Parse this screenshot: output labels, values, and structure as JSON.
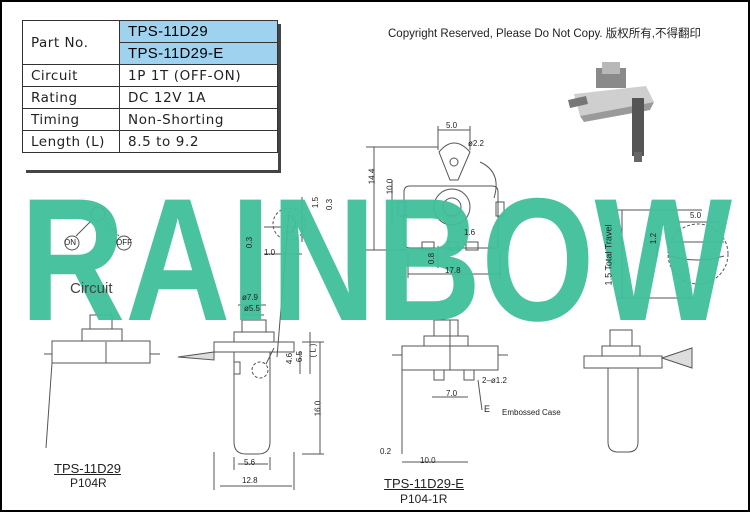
{
  "copyright": "Copyright Reserved, Please Do Not Copy. 版权所有,不得翻印",
  "spec_table": {
    "part_no_label": "Part No.",
    "part_numbers": [
      "TPS-11D29",
      "TPS-11D29-E"
    ],
    "rows": [
      {
        "label": "Circuit",
        "value": "1P 1T (OFF-ON)"
      },
      {
        "label": "Rating",
        "value": "DC 12V 1A"
      },
      {
        "label": "Timing",
        "value": "Non-Shorting"
      },
      {
        "label": "Length (L)",
        "value": "8.5 to 9.2"
      }
    ]
  },
  "watermark": {
    "text": "RAINBOW",
    "color": "#3fbf9b"
  },
  "circuit": {
    "label": "Circuit",
    "on": "ON",
    "off": "OFF"
  },
  "models": {
    "left": {
      "name": "TPS-11D29",
      "code": "P104R"
    },
    "right": {
      "name": "TPS-11D29-E",
      "code": "P104-1R"
    }
  },
  "dimensions": {
    "d79": "ø7.9",
    "d55": "ø5.5",
    "d46": "4.6",
    "d65": "6.5",
    "L": "( L )",
    "d160": "16.0",
    "d56": "5.6",
    "d128": "12.8",
    "d03": "0.3",
    "d10a": "1.0",
    "d15": "1.5",
    "d03b": "0.3",
    "d50": "5.0",
    "d22": "ø2.2",
    "d144": "14.4",
    "d100": "10.0",
    "d08": "0.8",
    "d16": "1.6",
    "d178": "17.8",
    "d70": "7.0",
    "d2d12": "2–ø1.2",
    "d02": "0.2",
    "d100b": "10.0",
    "embossed_marker": "E",
    "embossed": "Embossed Case",
    "d50b": "5.0",
    "d12": "1.2",
    "travel": "1.5 Total Travel"
  }
}
